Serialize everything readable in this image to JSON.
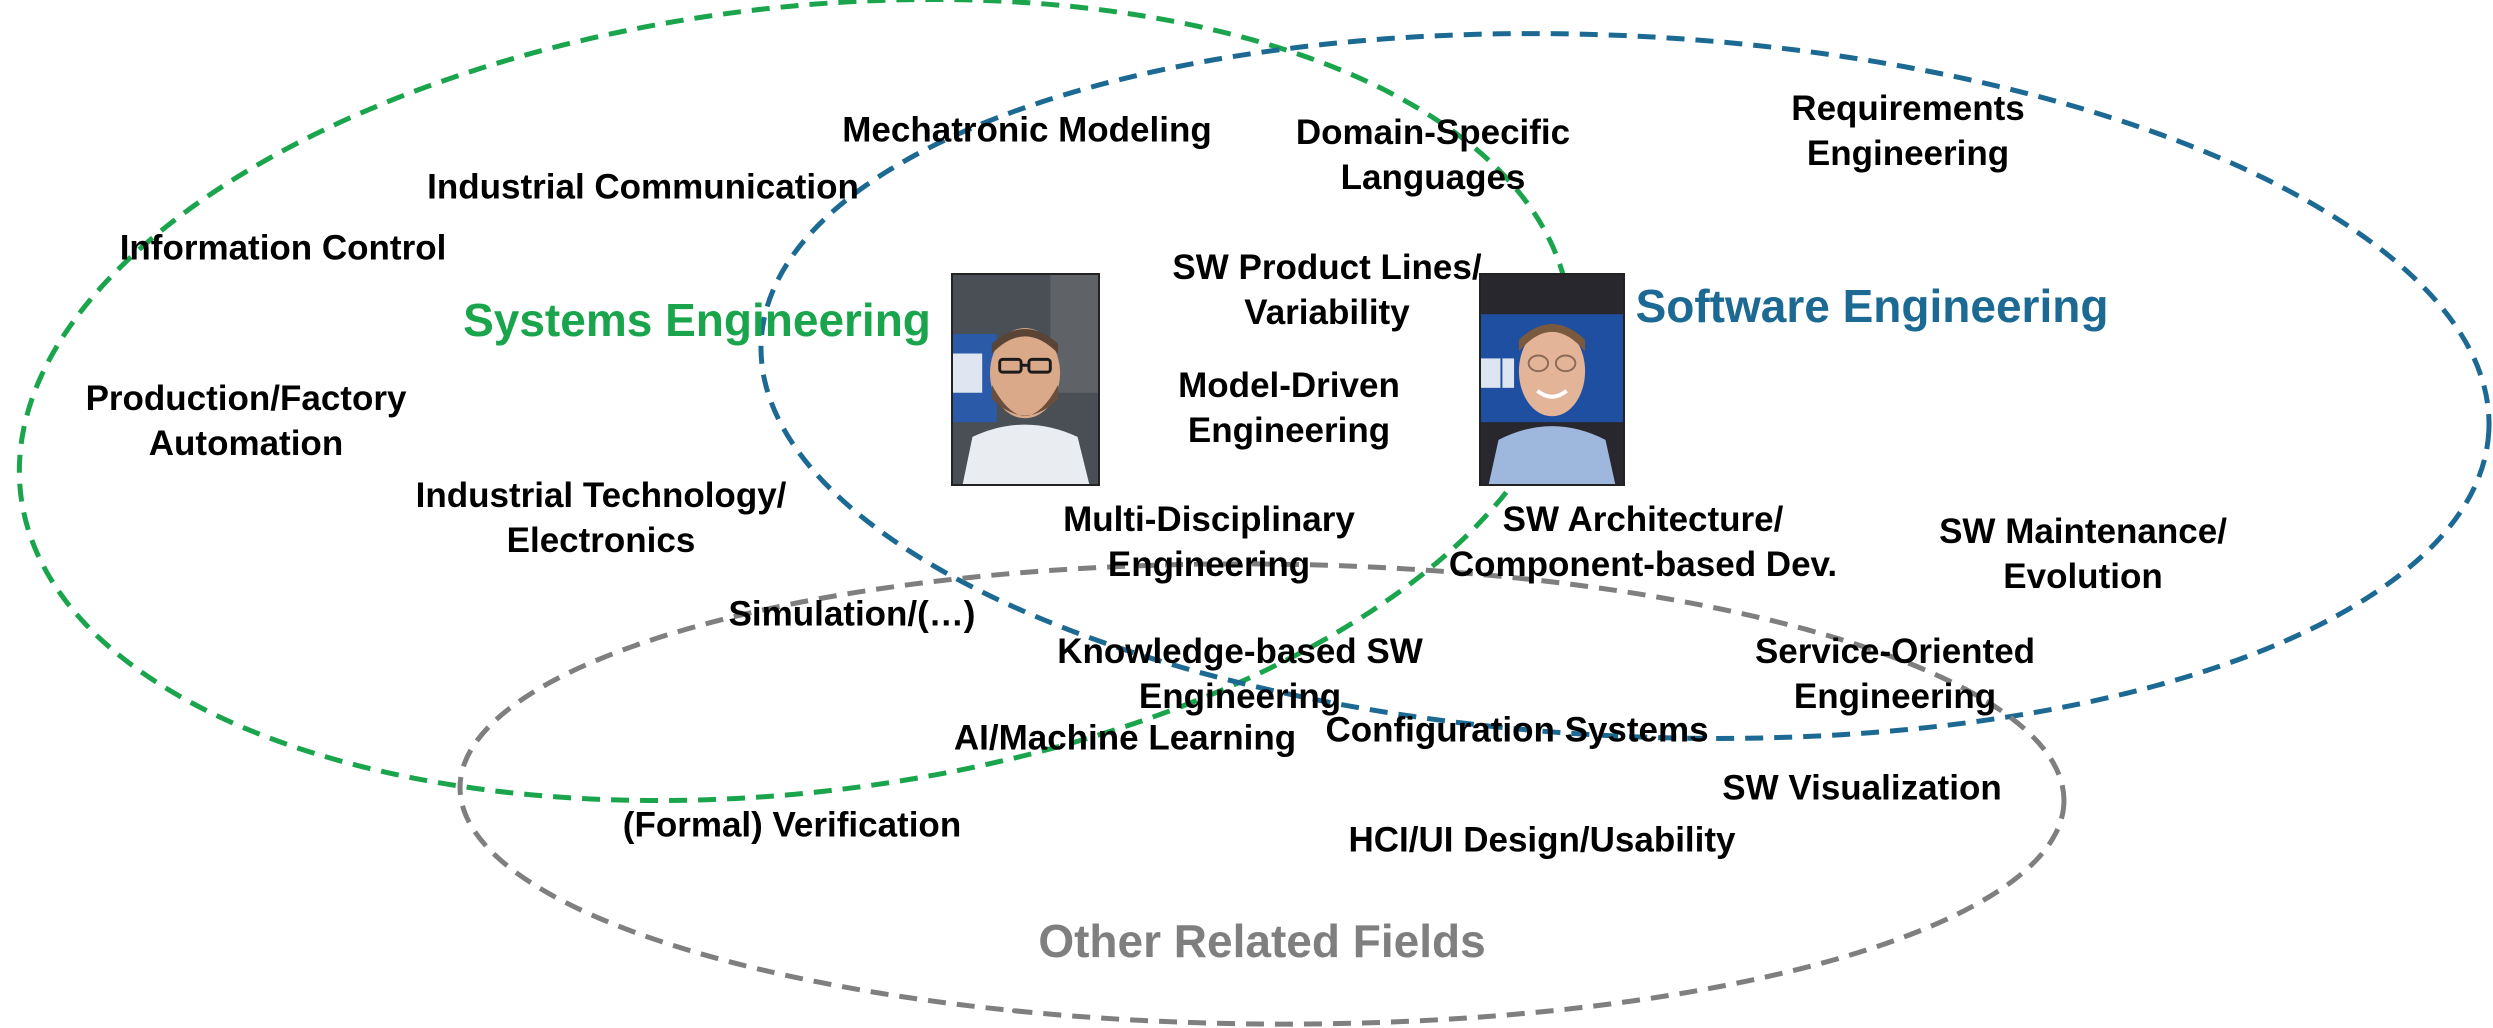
{
  "colors": {
    "systems": "#1aa54d",
    "software": "#1c6a93",
    "other": "#7f7f7f",
    "text": "#000000"
  },
  "sets": {
    "systems": "Systems Engineering",
    "software": "Software Engineering",
    "other": "Other Related Fields"
  },
  "labels": {
    "mechatronic_modeling": [
      "Mechatronic Modeling"
    ],
    "industrial_communication": [
      "Industrial Communication"
    ],
    "information_control": [
      "Information Control"
    ],
    "production_factory_automation": [
      "Production/Factory",
      "Automation"
    ],
    "industrial_technology": [
      "Industrial Technology/",
      "Electronics"
    ],
    "simulation": [
      "Simulation/(…)"
    ],
    "domain_specific_languages": [
      "Domain-Specific",
      "Languages"
    ],
    "requirements_engineering": [
      "Requirements",
      "Engineering"
    ],
    "sw_product_lines": [
      "SW Product Lines/",
      "Variability"
    ],
    "model_driven_engineering": [
      "Model-Driven",
      "Engineering"
    ],
    "multi_disciplinary_engineering": [
      "Multi-Disciplinary",
      "Engineering"
    ],
    "sw_architecture": [
      "SW Architecture/",
      "Component-based Dev."
    ],
    "sw_maintenance": [
      "SW Maintenance/",
      "Evolution"
    ],
    "knowledge_based_sw": [
      "Knowledge-based SW",
      "Engineering"
    ],
    "service_oriented": [
      "Service-Oriented",
      "Engineering"
    ],
    "ai_machine_learning": [
      "AI/Machine Learning"
    ],
    "configuration_systems": [
      "Configuration Systems"
    ],
    "sw_visualization": [
      "SW Visualization"
    ],
    "formal_verification": [
      "(Formal) Verification"
    ],
    "hci_ui_design": [
      "HCI/UI Design/Usability"
    ]
  },
  "photos": {
    "left": "portrait-photo",
    "right": "portrait-photo"
  }
}
